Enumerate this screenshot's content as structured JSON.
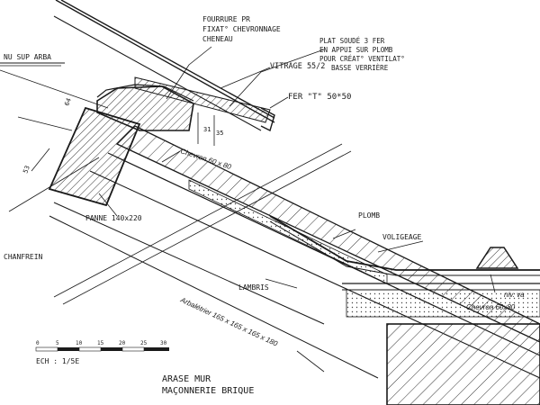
{
  "drawing": {
    "ink_color": "#1a1a1a",
    "hatch_color": "#333333",
    "paper_color": "#ffffff"
  },
  "annotations": {
    "fourrure": [
      "FOURRURE PR",
      "FIXAT° CHEVRONNAGE",
      "CHENEAU"
    ],
    "plat_soude": [
      "PLAT SOUDÉ 3 FER",
      "EN APPUI SUR PLOMB",
      "POUR CRÉAT° VENTILAT°",
      "BASSE VERRIÈRE"
    ],
    "nu_sup_arba": "NU SUP ARBA",
    "vitrage": "VITRAGE 55/2",
    "fer_t": "FER \"T\" 50*50",
    "chevron_top": "Chevron 60 x 80",
    "panne": "PANNE 140x220",
    "chanfrein": "CHANFREIN",
    "plomb": "PLOMB",
    "voligeage": "VOLIGEAGE",
    "lambris": "LAMBRIS",
    "chevron_bottom": "Chevron 60x80",
    "niv": "niv. va",
    "arbalestrier": "Arbalétrier 165 x 165 x 165 x 180",
    "arase": "ARASE MUR",
    "maconnerie": "MAÇONNERIE BRIQUE",
    "dim_31": "31",
    "dim_35": "35",
    "dim_53": "53",
    "dim_64": "64"
  },
  "scale": {
    "label": "ECH : 1/5E",
    "ticks": [
      "0",
      "5",
      "10",
      "15",
      "20",
      "25",
      "30"
    ]
  }
}
